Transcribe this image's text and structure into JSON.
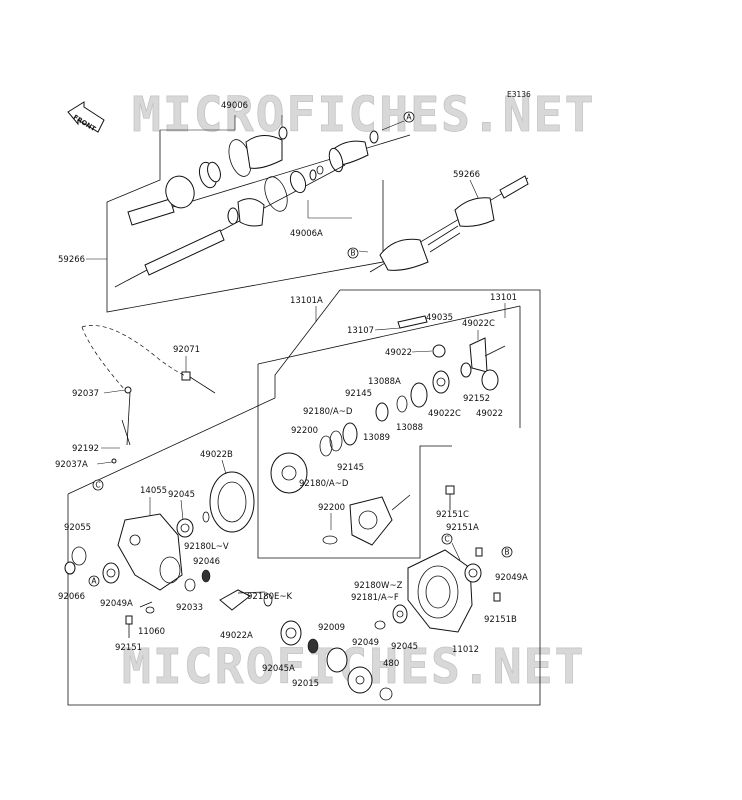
{
  "watermark": "MICROFICHES.NET",
  "diagram_code": "E3136",
  "front_label": "FRONT",
  "refs": {
    "A": "A",
    "B": "B",
    "C": "C"
  },
  "labels": {
    "p49006": "49006",
    "p49006A": "49006A",
    "p59266_left": "59266",
    "p59266_right": "59266",
    "p13101A": "13101A",
    "p13101": "13101",
    "p49035": "49035",
    "p13107": "13107",
    "p49022C_top": "49022C",
    "p49022_top": "49022",
    "p92071": "92071",
    "p13088A": "13088A",
    "p92145_top": "92145",
    "p92152": "92152",
    "p92037": "92037",
    "p92180AD_top": "92180/A~D",
    "p13088": "13088",
    "p13089": "13089",
    "p49022C_mid": "49022C",
    "p49022_mid": "49022",
    "p92200_top": "92200",
    "p92192": "92192",
    "p92145_mid": "92145",
    "p92037A": "92037A",
    "p49022B": "49022B",
    "p92180AD_mid": "92180/A~D",
    "p14055": "14055",
    "p92045_left": "92045",
    "p92200_mid": "92200",
    "p92151C": "92151C",
    "p92055": "92055",
    "p92180LV": "92180L~V",
    "p92151A": "92151A",
    "p92046": "92046",
    "p92049A": "92049A",
    "p92066": "92066",
    "p92049A_left": "92049A",
    "p92033": "92033",
    "p92180WZ": "92180W~Z",
    "p92180EK": "92180E~K",
    "p92181AF": "92181/A~F",
    "p92151B": "92151B",
    "p11060": "11060",
    "p49022A": "49022A",
    "p92009": "92009",
    "p92151": "92151",
    "p92049": "92049",
    "p92045_right": "92045",
    "p11012": "11012",
    "p92045A": "92045A",
    "p92015": "92015",
    "p480": "480"
  }
}
